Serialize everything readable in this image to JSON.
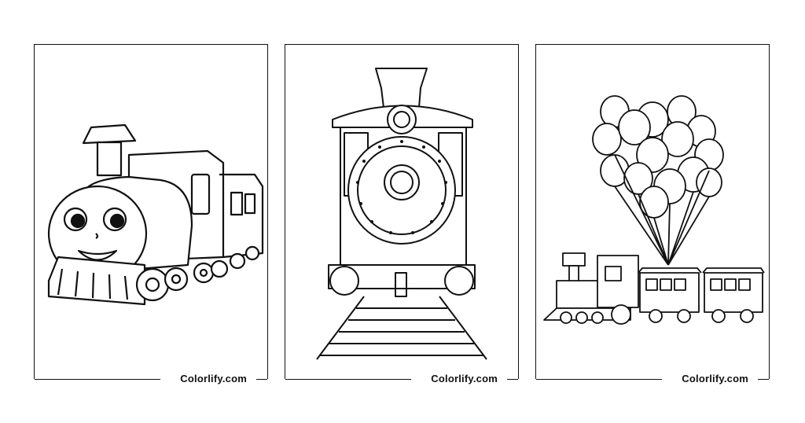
{
  "cards": [
    {
      "watermark": "Colorlify.com",
      "illustration": "cartoon-train-icon"
    },
    {
      "watermark": "Colorlify.com",
      "illustration": "steam-locomotive-icon"
    },
    {
      "watermark": "Colorlify.com",
      "illustration": "train-with-balloons-icon"
    }
  ]
}
